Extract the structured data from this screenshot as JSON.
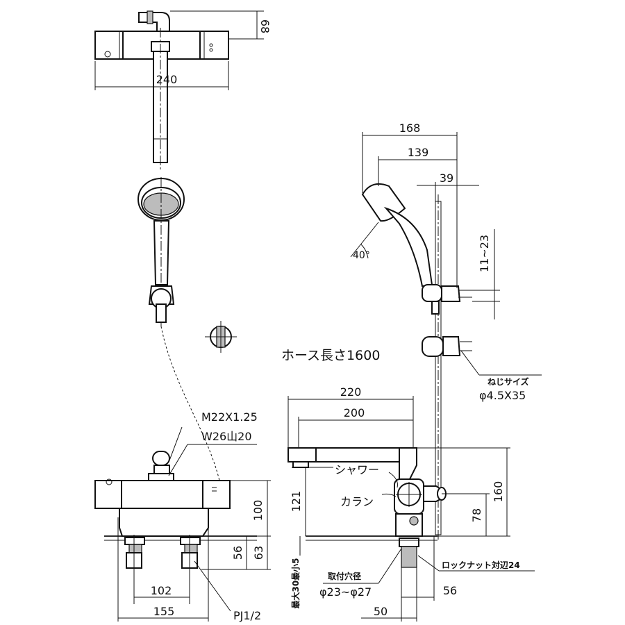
{
  "dimensions": {
    "top_depth": "68",
    "top_width": "240",
    "hs_168": "168",
    "hs_139": "139",
    "hs_39": "39",
    "hs_range": "11~23",
    "angle": "40°",
    "spout_220": "220",
    "spout_200": "200",
    "h160": "160",
    "h121": "121",
    "h78": "78",
    "h100": "100",
    "h56_left": "56",
    "h63": "63",
    "w102": "102",
    "w155": "155",
    "w56_bottom": "56",
    "w50": "50"
  },
  "labels": {
    "hose_length": "ホース長さ1600",
    "screw_size_title": "ねじサイズ",
    "screw_size_value": "φ4.5X35",
    "thread_m22": "M22X1.25",
    "thread_w26": "W26山20",
    "shower": "シャワー",
    "faucet": "カラン",
    "mount_hole_title": "取付穴径",
    "mount_hole_value": "φ23~φ27",
    "lock_nut": "ロックナット対辺24",
    "max_thickness": "最大30最小5",
    "pj": "PJ1/2"
  }
}
